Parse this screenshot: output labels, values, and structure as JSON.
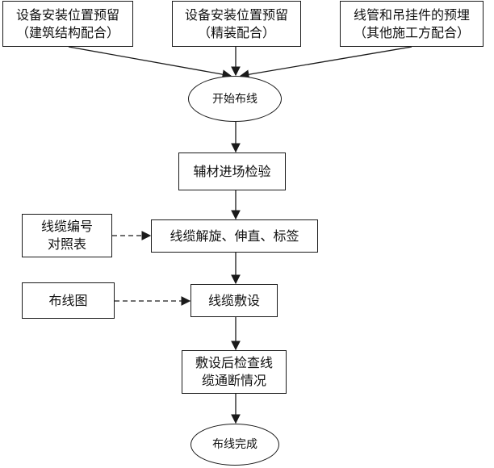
{
  "nodes": {
    "top_left": {
      "line1": "设备安装位置预留",
      "line2": "（建筑结构配合）"
    },
    "top_center": {
      "line1": "设备安装位置预留",
      "line2": "（精装配合）"
    },
    "top_right": {
      "line1": "线管和吊挂件的预埋",
      "line2": "（其他施工方配合）"
    },
    "start": {
      "label": "开始布线"
    },
    "inspect": {
      "label": "辅材进场检验"
    },
    "prepare": {
      "label": "线缆解旋、伸直、标签"
    },
    "cable_table": {
      "line1": "线缆编号",
      "line2": "对照表"
    },
    "layout": {
      "label": "布线图"
    },
    "lay": {
      "label": "线缆敷设"
    },
    "check": {
      "line1": "敷设后检查线",
      "line2": "缆通断情况"
    },
    "finish": {
      "label": "布线完成"
    }
  }
}
